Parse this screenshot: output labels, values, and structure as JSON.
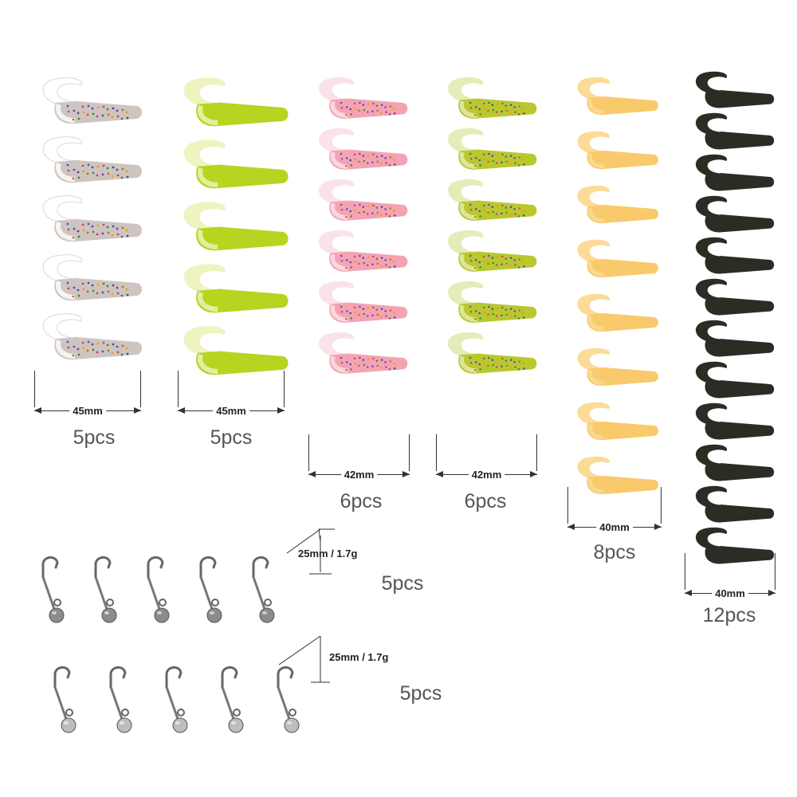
{
  "lure_groups": [
    {
      "color": "clear-multi-glitter",
      "body": "#cfc5c0",
      "tail": "#ffffff",
      "speckle": true,
      "dimension": "45mm",
      "count_label": "5pcs",
      "quantity": 5
    },
    {
      "color": "chartreuse",
      "body": "#b7d420",
      "tail": "#eff3c0",
      "speckle": false,
      "dimension": "45mm",
      "count_label": "5pcs",
      "quantity": 5
    },
    {
      "color": "pink-glitter",
      "body": "#f4a3b3",
      "tail": "#fae3e8",
      "speckle": true,
      "dimension": "42mm",
      "count_label": "6pcs",
      "quantity": 6
    },
    {
      "color": "lime-glitter",
      "body": "#b9c82e",
      "tail": "#e6ecb8",
      "speckle": true,
      "dimension": "42mm",
      "count_label": "6pcs",
      "quantity": 6
    },
    {
      "color": "yellow",
      "body": "#f8ca6c",
      "tail": "#fbdb97",
      "speckle": false,
      "dimension": "40mm",
      "count_label": "8pcs",
      "quantity": 8
    },
    {
      "color": "black",
      "body": "#2d2c24",
      "tail": "#2d2c24",
      "speckle": false,
      "dimension": "40mm",
      "count_label": "12pcs",
      "quantity": 12
    }
  ],
  "jig_rows": [
    {
      "dimension": "25mm / 1.7g",
      "count_label": "5pcs",
      "quantity": 5,
      "head": "#8c8c8c"
    },
    {
      "dimension": "25mm / 1.7g",
      "count_label": "5pcs",
      "quantity": 5,
      "head": "#bdbdbd"
    }
  ]
}
